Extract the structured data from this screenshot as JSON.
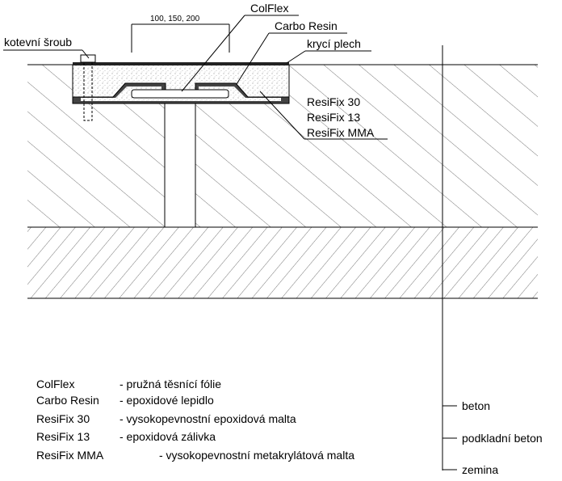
{
  "dimension": "100, 150, 200",
  "callouts": {
    "anchor": "kotevní šroub",
    "colflex": "ColFlex",
    "carbo": "Carbo Resin",
    "cover": "krycí plech",
    "mortar_1": "ResiFix 30",
    "mortar_2": "ResiFix 13",
    "mortar_3": "ResiFix MMA"
  },
  "layers": {
    "top": "beton",
    "middle": "podkladní beton",
    "bottom": "zemina"
  },
  "legend": [
    {
      "term": "ColFlex",
      "desc": "- pružná těsnící fólie"
    },
    {
      "term": "Carbo Resin",
      "desc": "- epoxidové lepidlo"
    },
    {
      "term": "ResiFix 30",
      "desc": "- vysokopevnostní epoxidová malta"
    },
    {
      "term": "ResiFix 13",
      "desc": "- epoxidová zálivka"
    },
    {
      "term": "ResiFix MMA",
      "desc": "- vysokopevnostní metakrylátová malta"
    }
  ],
  "colors": {
    "line": "#000000",
    "hatch": "#555555",
    "fill": "#ffffff",
    "speckle": "#999999"
  }
}
